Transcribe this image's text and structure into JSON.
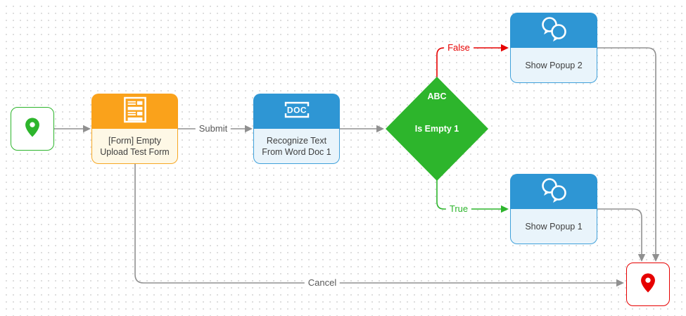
{
  "diagram": {
    "nodes": {
      "start": {
        "role": "start-terminal",
        "icon": "map-pin-icon",
        "accent": "#2db52c"
      },
      "form": {
        "line1": "[Form] Empty",
        "line2": "Upload Test Form",
        "icon": "form-icon",
        "accent": "#faa21b"
      },
      "recognize": {
        "line1": "Recognize Text",
        "line2": "From Word Doc 1",
        "icon": "doc-icon",
        "icon_text": "DOC",
        "accent": "#2e96d4"
      },
      "decision": {
        "tag": "ABC",
        "label": "Is Empty 1",
        "accent": "#2db52c"
      },
      "popup2": {
        "label": "Show Popup 2",
        "icon": "chat-bubbles-icon",
        "accent": "#2e96d4"
      },
      "popup1": {
        "label": "Show Popup 1",
        "icon": "chat-bubbles-icon",
        "accent": "#2e96d4"
      },
      "end": {
        "role": "end-terminal",
        "icon": "map-pin-icon",
        "accent": "#e60000"
      }
    },
    "edge_labels": {
      "submit": "Submit",
      "cancel": "Cancel",
      "false_branch": "False",
      "true_branch": "True"
    },
    "colors": {
      "edge_gray": "#909090",
      "edge_red": "#e60000",
      "edge_green": "#2db52c",
      "label_text": "#595959",
      "grid_dot": "#dedede",
      "canvas_bg": "#ffffff"
    }
  }
}
